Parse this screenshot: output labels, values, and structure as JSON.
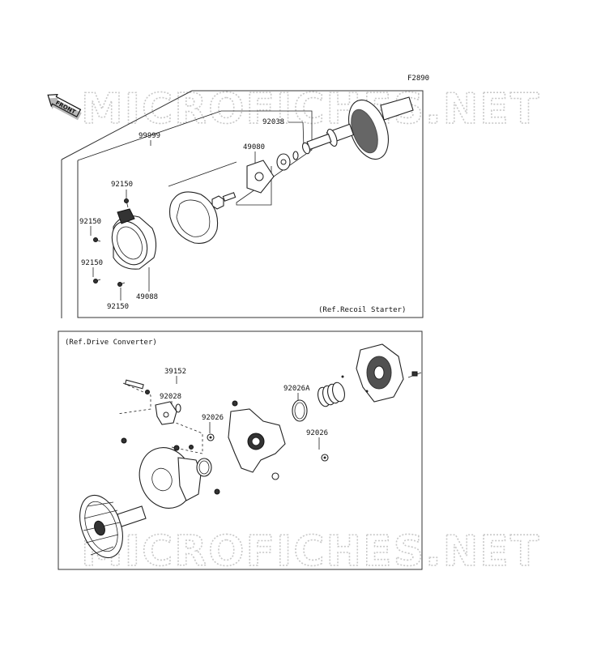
{
  "figure_code": "F2890",
  "front_label": "FRONT",
  "watermark": "MICROFICHES.NET",
  "upper_panel": {
    "reference": "(Ref.Recoil Starter)",
    "labels": [
      "99999",
      "92038",
      "49080",
      "92150",
      "92150",
      "92150",
      "92150",
      "49088"
    ]
  },
  "lower_panel": {
    "reference": "(Ref.Drive Converter)",
    "labels": [
      "39152",
      "92028",
      "92026A",
      "92026",
      "92026"
    ]
  }
}
